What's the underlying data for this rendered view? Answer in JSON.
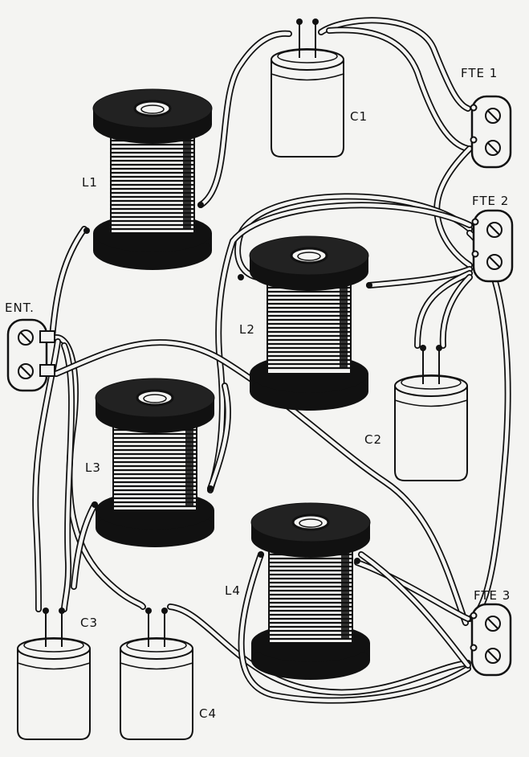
{
  "labels": {
    "entry": "ENT.",
    "fte1": "FTE 1",
    "fte2": "FTE 2",
    "fte3": "FTE 3",
    "l1": "L1",
    "l2": "L2",
    "l3": "L3",
    "l4": "L4",
    "c1": "C1",
    "c2": "C2",
    "c3": "C3",
    "c4": "C4"
  },
  "colors": {
    "ink": "#111111",
    "paper": "#f4f4f2"
  }
}
